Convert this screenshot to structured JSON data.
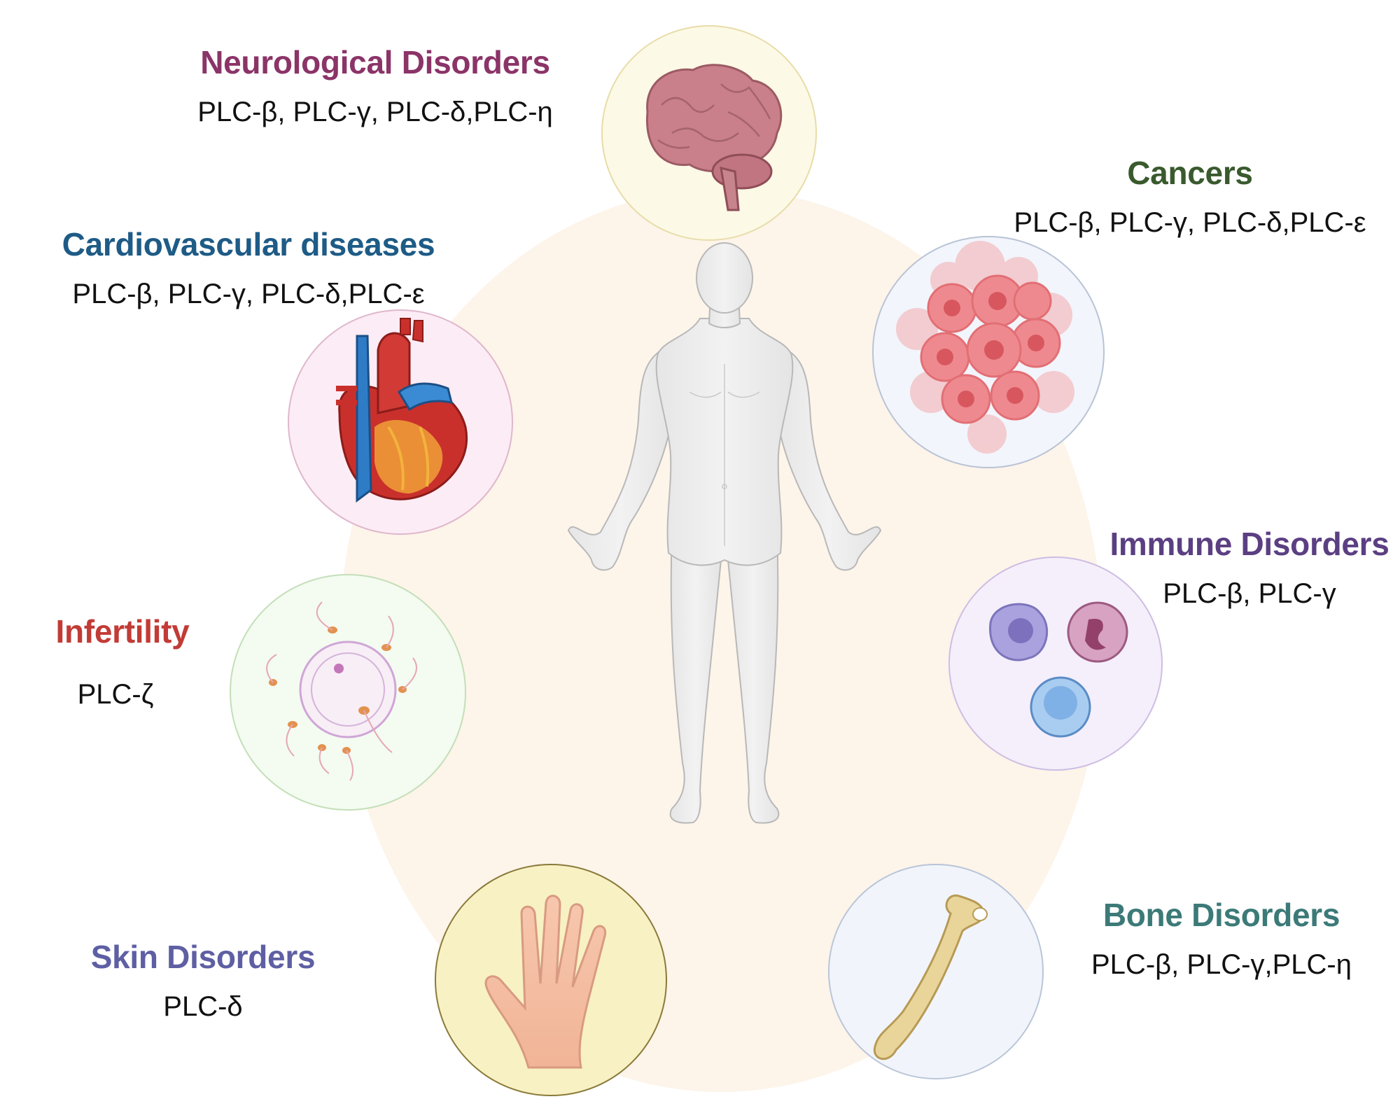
{
  "center": {
    "name": "human-body",
    "background": "#fdf4ea"
  },
  "disorders": [
    {
      "key": "neurological",
      "title": "Neurological Disorders",
      "enzymes": "PLC-β, PLC-γ, PLC-δ,PLC-η",
      "color": "#8b3468",
      "icon": "brain-icon"
    },
    {
      "key": "cancers",
      "title": "Cancers",
      "enzymes": "PLC-β, PLC-γ, PLC-δ,PLC-ε",
      "color": "#3a5a2e",
      "icon": "cancer-cells-icon"
    },
    {
      "key": "cardiovascular",
      "title": "Cardiovascular diseases",
      "enzymes": "PLC-β, PLC-γ, PLC-δ,PLC-ε",
      "color": "#1e5b86",
      "icon": "heart-icon"
    },
    {
      "key": "immune",
      "title": "Immune Disorders",
      "enzymes": "PLC-β, PLC-γ",
      "color": "#5b3f82",
      "icon": "immune-cells-icon"
    },
    {
      "key": "infertility",
      "title": "Infertility",
      "enzymes": "PLC-ζ",
      "color": "#c23b36",
      "icon": "egg-sperm-icon"
    },
    {
      "key": "bone",
      "title": "Bone Disorders",
      "enzymes": "PLC-β, PLC-γ,PLC-η",
      "color": "#3c7a78",
      "icon": "bone-icon"
    },
    {
      "key": "skin",
      "title": "Skin Disorders",
      "enzymes": "PLC-δ",
      "color": "#5e5fa3",
      "icon": "hand-icon"
    }
  ]
}
